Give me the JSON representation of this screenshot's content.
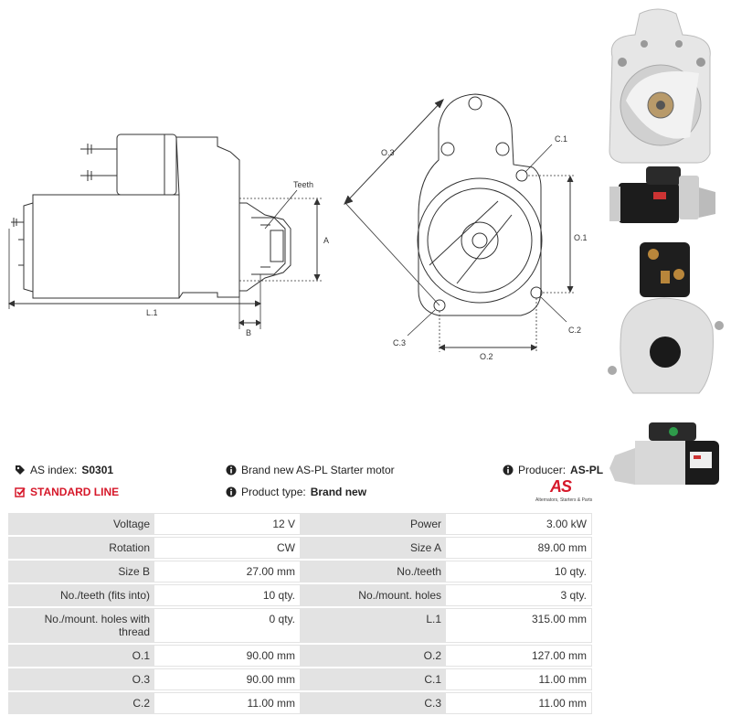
{
  "drawing": {
    "labels": {
      "teeth": "Teeth",
      "a": "A",
      "b": "B",
      "l1": "L.1",
      "o3": "O.3",
      "c1": "C.1",
      "o1": "O.1",
      "c2": "C.2",
      "c3": "C.3",
      "o2": "O.2"
    }
  },
  "info": {
    "as_index_label": "AS index:",
    "as_index_value": "S0301",
    "standard_line": "STANDARD LINE",
    "brand_text": "Brand new AS-PL Starter motor",
    "product_type_label": "Product type:",
    "product_type_value": "Brand new",
    "producer_label": "Producer:",
    "producer_value": "AS-PL",
    "logo_mark": "AS",
    "logo_tagline": "Alternators, Starters & Parts"
  },
  "specs": [
    {
      "k1": "Voltage",
      "v1": "12 V",
      "k2": "Power",
      "v2": "3.00 kW"
    },
    {
      "k1": "Rotation",
      "v1": "CW",
      "k2": "Size A",
      "v2": "89.00 mm"
    },
    {
      "k1": "Size B",
      "v1": "27.00 mm",
      "k2": "No./teeth",
      "v2": "10 qty."
    },
    {
      "k1": "No./teeth (fits into)",
      "v1": "10 qty.",
      "k2": "No./mount. holes",
      "v2": "3 qty."
    },
    {
      "k1": "No./mount. holes with thread",
      "v1": "0 qty.",
      "k2": "L.1",
      "v2": "315.00 mm"
    },
    {
      "k1": "O.1",
      "v1": "90.00 mm",
      "k2": "O.2",
      "v2": "127.00 mm"
    },
    {
      "k1": "O.3",
      "v1": "90.00 mm",
      "k2": "C.1",
      "v2": "11.00 mm"
    },
    {
      "k1": "C.2",
      "v1": "11.00 mm",
      "k2": "C.3",
      "v2": "11.00 mm"
    }
  ]
}
